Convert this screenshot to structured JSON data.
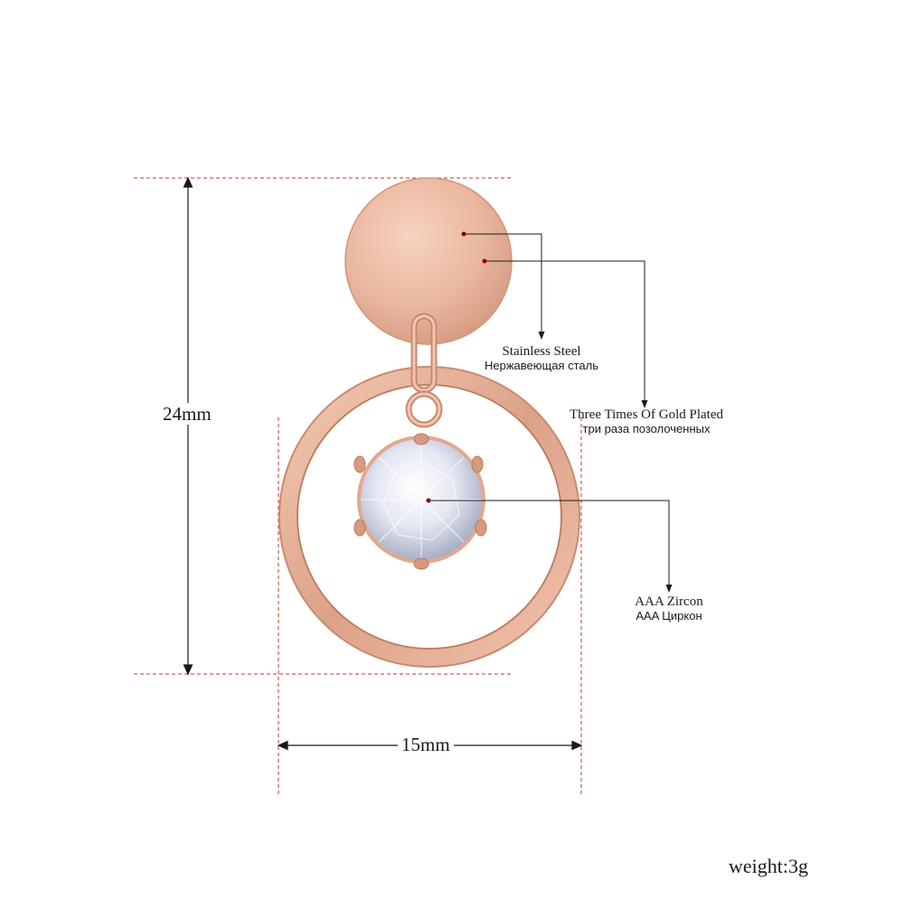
{
  "dimensions": {
    "height_label": "24mm",
    "width_label": "15mm"
  },
  "callouts": {
    "stainless": {
      "en": "Stainless Steel",
      "ru": "Нержавеющая сталь"
    },
    "gold": {
      "en": "Three Times Of Gold Plated",
      "ru": "три раза позолоченных"
    },
    "zircon": {
      "en": "AAA Zircon",
      "ru": "AAA Циркон"
    }
  },
  "weight": "weight:3g",
  "colors": {
    "rose_gold": "#e8b49c",
    "rose_gold_dark": "#c98a6f",
    "guide_red": "#c0392b",
    "line_dark": "#1a1a1a"
  }
}
